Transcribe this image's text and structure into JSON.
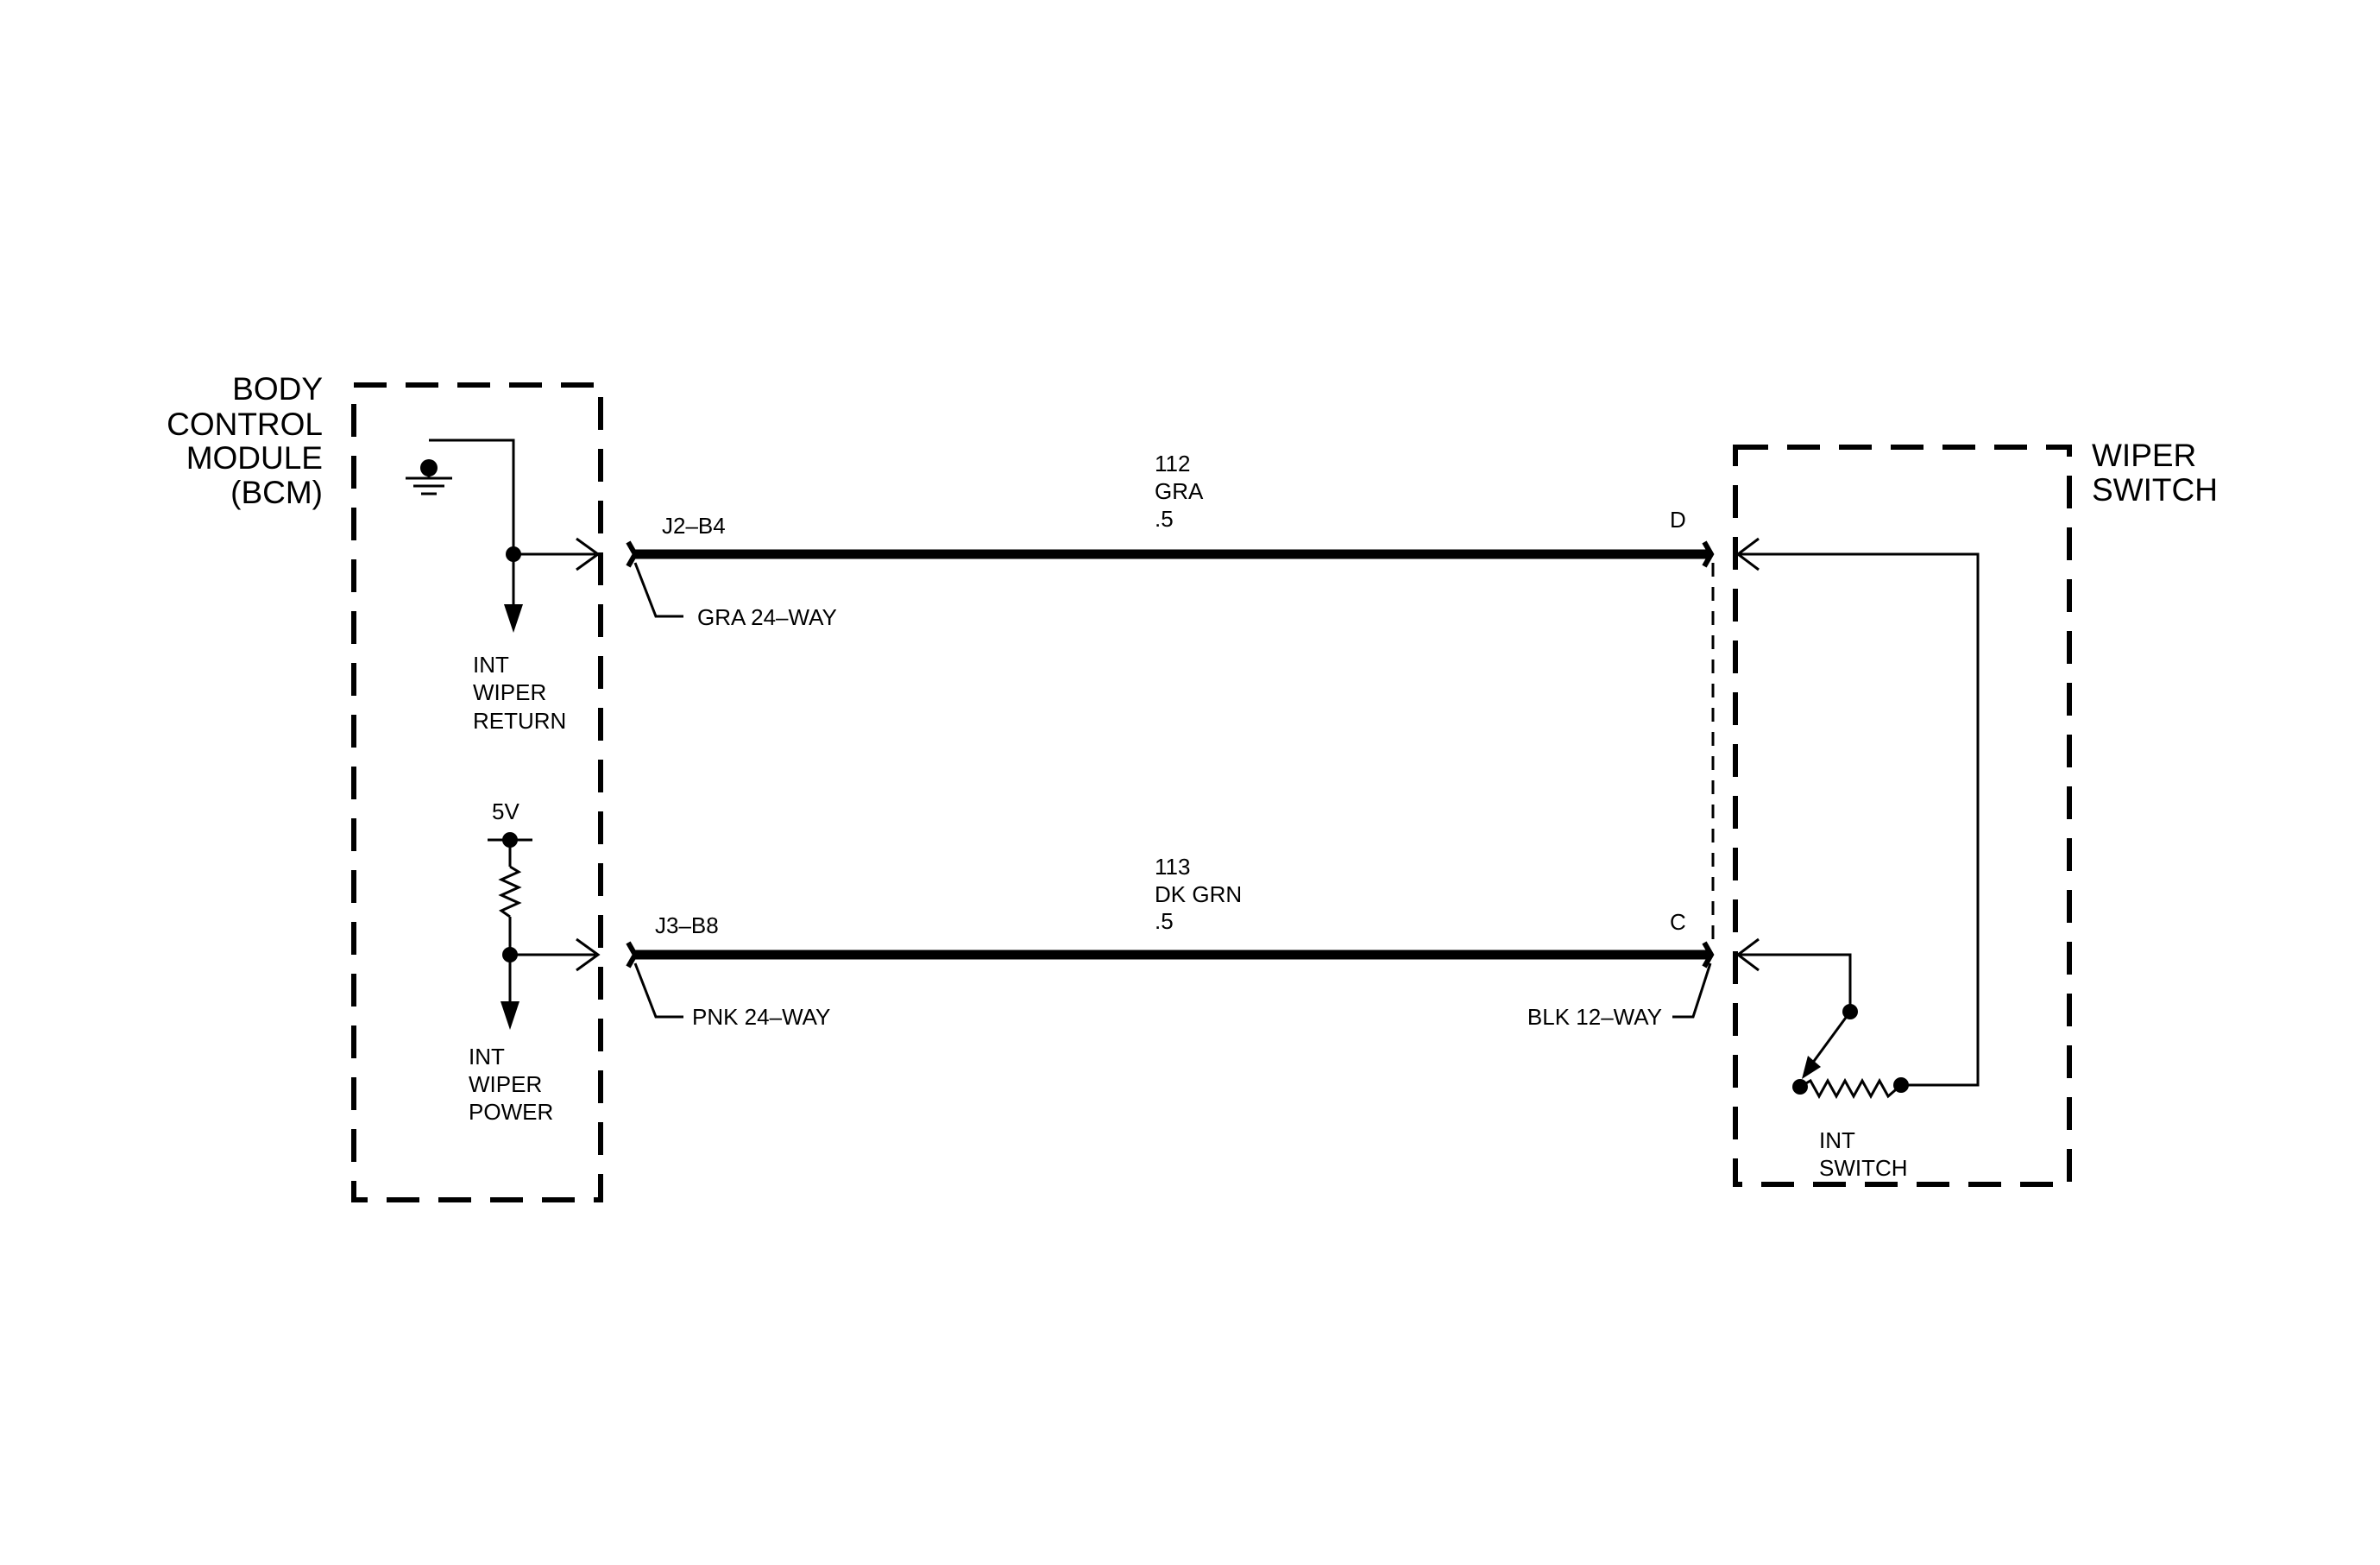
{
  "bcm": {
    "title_lines": [
      "BODY",
      "CONTROL",
      "MODULE",
      "(BCM)"
    ],
    "return_label_lines": [
      "INT",
      "WIPER",
      "RETURN"
    ],
    "voltage_label": "5V",
    "power_label_lines": [
      "INT",
      "WIPER",
      "POWER"
    ]
  },
  "wiper_switch": {
    "title_lines": [
      "WIPER",
      "SWITCH"
    ],
    "int_switch_label_lines": [
      "INT",
      "SWITCH"
    ]
  },
  "circuits": [
    {
      "circuit_number": "112",
      "color": "GRA",
      "gauge": ".5",
      "bcm_pin": "J2–B4",
      "switch_pin": "D",
      "bcm_connector": "GRA 24–WAY"
    },
    {
      "circuit_number": "113",
      "color": "DK GRN",
      "gauge": ".5",
      "bcm_pin": "J3–B8",
      "switch_pin": "C",
      "bcm_connector": "PNK 24–WAY",
      "switch_connector": "BLK 12–WAY"
    }
  ]
}
